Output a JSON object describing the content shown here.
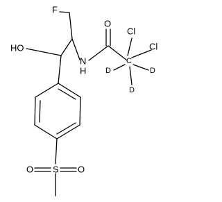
{
  "molecule": {
    "atoms": {
      "fluorine": "F",
      "oxygen_hydroxyl": "HO",
      "nitrogen_amide": "N",
      "hydrogen_amide": "H",
      "oxygen_carbonyl": "O",
      "chlorine_1": "Cl",
      "chlorine_2": "Cl",
      "carbon_dichloro": "C",
      "deuterium_1": "D",
      "deuterium_2": "D",
      "deuterium_3": "D",
      "sulfur": "S",
      "oxygen_sulfonyl_1": "O",
      "oxygen_sulfonyl_2": "O"
    },
    "colors": {
      "bond": "#000000",
      "label": "#000000",
      "background": "#ffffff"
    }
  }
}
